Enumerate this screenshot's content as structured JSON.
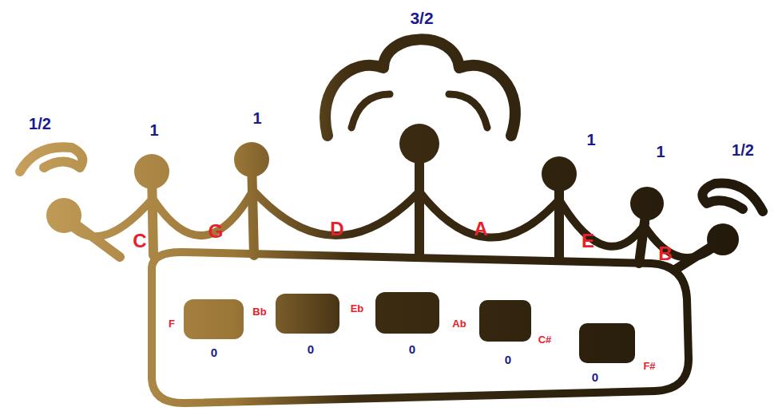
{
  "diagram": {
    "labels": [
      "3/2",
      "1/2",
      "1",
      "1",
      "1",
      "1",
      "1/2",
      "C",
      "G",
      "D",
      "A",
      "E",
      "B",
      "F",
      "Bb",
      "Eb",
      "Ab",
      "C#",
      "F#",
      "0",
      "0",
      "0",
      "0",
      "0"
    ]
  }
}
